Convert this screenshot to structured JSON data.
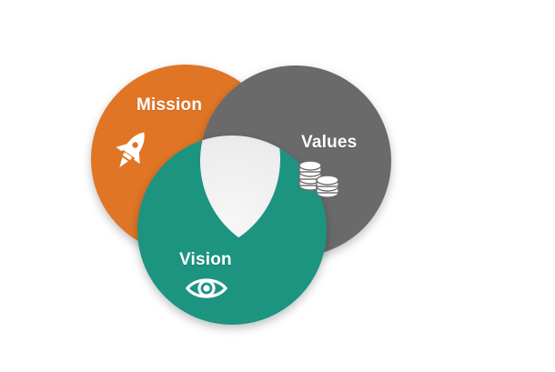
{
  "diagram": {
    "type": "three-circle-venn",
    "circles": [
      {
        "id": "mission",
        "label": "Mission",
        "color": "#E07426",
        "icon": "rocket-icon"
      },
      {
        "id": "values",
        "label": "Values",
        "color": "#6B6B6B",
        "icon": "coins-icon"
      },
      {
        "id": "vision",
        "label": "Vision",
        "color": "#1B9480",
        "icon": "eye-icon"
      }
    ],
    "center": {
      "color": "#EDEDED"
    }
  }
}
